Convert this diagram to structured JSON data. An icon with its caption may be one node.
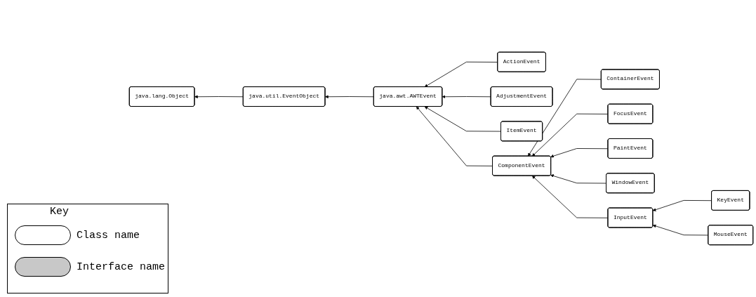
{
  "diagram": {
    "nodes": [
      {
        "text": [
          "java.lang.Object"
        ]
      },
      {
        "text": [
          "java.util.EventObject"
        ]
      },
      {
        "text": [
          "java.awt.AWTEvent"
        ]
      },
      {
        "text": [
          "ActionEvent"
        ]
      },
      {
        "text": [
          "AdjustmentEvent"
        ]
      },
      {
        "text": [
          "ItemEvent"
        ]
      },
      {
        "text": [
          "ComponentEvent"
        ]
      },
      {
        "text": [
          "ContainerEvent"
        ]
      },
      {
        "text": [
          "FocusEvent"
        ]
      },
      {
        "text": [
          "PaintEvent"
        ]
      },
      {
        "text": [
          "WindowEvent"
        ]
      },
      {
        "text": [
          "InputEvent"
        ]
      },
      {
        "text": [
          "KeyEvent"
        ]
      },
      {
        "text": [
          "MouseEvent"
        ]
      }
    ],
    "edges": [
      {
        "from": 1,
        "to": 0,
        "arrow": "to"
      },
      {
        "from": 2,
        "to": 1,
        "arrow": "to"
      },
      {
        "from": 3,
        "to": 2,
        "arrow": "to"
      },
      {
        "from": 4,
        "to": 2,
        "arrow": "to"
      },
      {
        "from": 5,
        "to": 2,
        "arrow": "to"
      },
      {
        "from": 6,
        "to": 2,
        "arrow": "to"
      },
      {
        "from": 7,
        "to": 6,
        "arrow": "to"
      },
      {
        "from": 8,
        "to": 6,
        "arrow": "to"
      },
      {
        "from": 9,
        "to": 6,
        "arrow": "to"
      },
      {
        "from": 10,
        "to": 6,
        "arrow": "to"
      },
      {
        "from": 11,
        "to": 6,
        "arrow": "to"
      },
      {
        "from": 12,
        "to": 11,
        "arrow": "to"
      },
      {
        "from": 13,
        "to": 11,
        "arrow": "to"
      }
    ],
    "labels": [
      "Key"
    ],
    "legend": [
      {
        "text": "Class name"
      },
      {
        "text": "Interface name"
      }
    ]
  }
}
